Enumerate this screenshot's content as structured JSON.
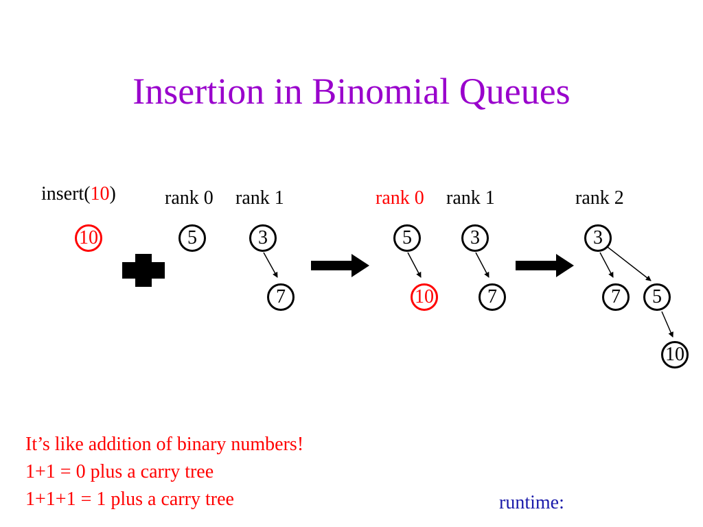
{
  "colors": {
    "title": "#9900cc",
    "highlight": "#ff0000",
    "runtime": "#1a1aaa",
    "text": "#000000"
  },
  "title": "Insertion in Binomial Queues",
  "insert_label": {
    "prefix": "insert(",
    "value": "10",
    "suffix": ")"
  },
  "left": {
    "rank0_label": "rank 0",
    "rank1_label": "rank 1",
    "new_node": "10",
    "rank0_node": "5",
    "rank1_root": "3",
    "rank1_child": "7",
    "plus_icon": "plus-icon"
  },
  "middle": {
    "rank0_label": "rank 0",
    "rank1_label": "rank 1",
    "tree_a_root": "5",
    "tree_a_child": "10",
    "tree_b_root": "3",
    "tree_b_child": "7",
    "arrow_icon": "arrow-right-icon"
  },
  "right": {
    "rank2_label": "rank 2",
    "root": "3",
    "child_left": "7",
    "child_right": "5",
    "grandchild": "10",
    "arrow_icon": "arrow-right-icon"
  },
  "notes": [
    "It’s like addition of binary numbers!",
    "1+1 = 0 plus a carry tree",
    "1+1+1 = 1 plus a carry tree"
  ],
  "runtime_label": "runtime:"
}
